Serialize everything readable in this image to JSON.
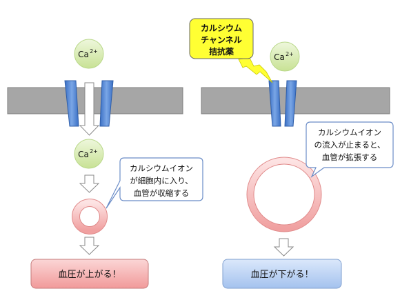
{
  "left": {
    "ion_top": {
      "label": "Ca",
      "charge": "2+"
    },
    "ion_bottom": {
      "label": "Ca",
      "charge": "2+"
    },
    "callout_lines": [
      "カルシウムイオン",
      "が細胞内に入り、",
      "血管が収縮する"
    ],
    "result": "血圧が上がる！"
  },
  "right": {
    "ion": {
      "label": "Ca",
      "charge": "2+"
    },
    "blocker_lines": [
      "カルシウム",
      "チャンネル",
      "拮抗薬"
    ],
    "callout_lines": [
      "カルシウムイオン",
      "の流入が止まると、",
      "血管が拡張する"
    ],
    "result": "血圧が下がる！"
  },
  "colors": {
    "membrane": "#a6a6a6",
    "channel": "#4a7fd0",
    "ion_fill": "#d3eba6",
    "blocker_fill": "#ffff33",
    "result_up": "#f7b9b9",
    "result_down": "#bcd3f4"
  }
}
